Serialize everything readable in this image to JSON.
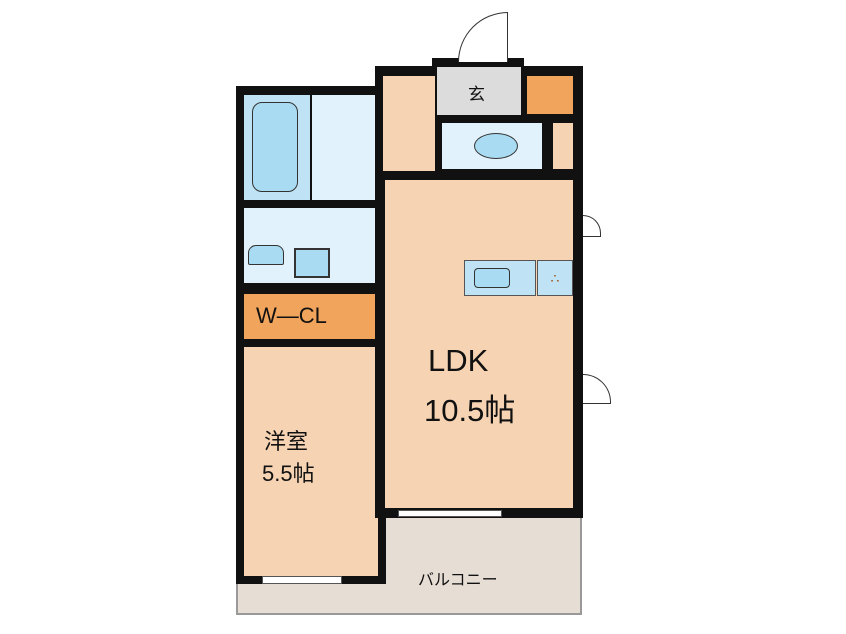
{
  "rooms": {
    "genkan": "玄",
    "wcl": "W—CL",
    "ldk_name": "LDK",
    "ldk_size": "10.5帖",
    "western_name": "洋室",
    "western_size": "5.5帖",
    "balcony": "バルコニー"
  },
  "colors": {
    "room": "#f6d3b3",
    "closet": "#f0a45c",
    "wet": "#e2f2fc",
    "fixture": "#a9dcf2",
    "genkan": "#dcdcdc",
    "balcony": "#e6ddd5"
  }
}
